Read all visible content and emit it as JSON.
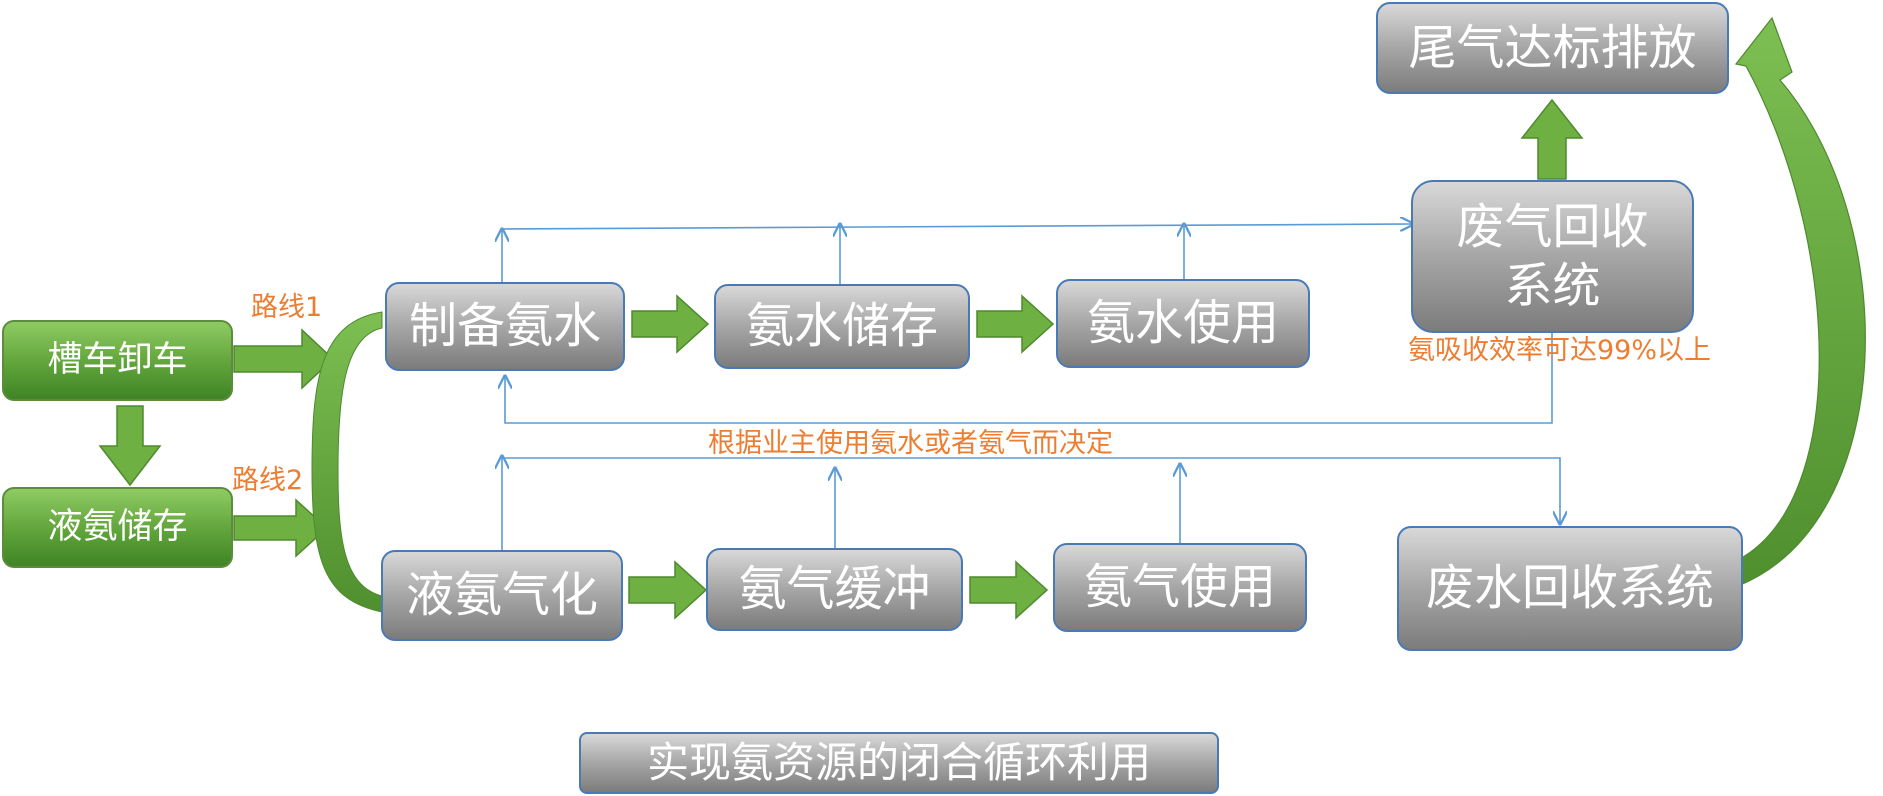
{
  "sources": {
    "tanker_unload": "槽车卸车",
    "liquid_ammonia_storage": "液氨储存"
  },
  "routes": {
    "route1": "路线1",
    "route2": "路线2"
  },
  "ammonia_water_line": {
    "prepare": "制备氨水",
    "storage": "氨水储存",
    "use": "氨水使用"
  },
  "ammonia_gas_line": {
    "vaporize": "液氨气化",
    "buffer": "氨气缓冲",
    "use": "氨气使用"
  },
  "recovery": {
    "exhaust_gas_recovery": "废气回收系统",
    "wastewater_recovery": "废水回收系统",
    "tail_gas_emission": "尾气达标排放"
  },
  "notes": {
    "absorption_efficiency": "氨吸收效率可达99%以上",
    "decision": "根据业主使用氨水或者氨气而决定"
  },
  "footer": {
    "slogan": "实现氨资源的闭合循环利用"
  },
  "colors": {
    "green_box": "#5fa33a",
    "grey_box": "#a6a6a6",
    "box_border": "#4a7ab5",
    "connector_line": "#5b9bd5",
    "annotation_text": "#ed7d31",
    "block_arrow": "#70ad47"
  }
}
